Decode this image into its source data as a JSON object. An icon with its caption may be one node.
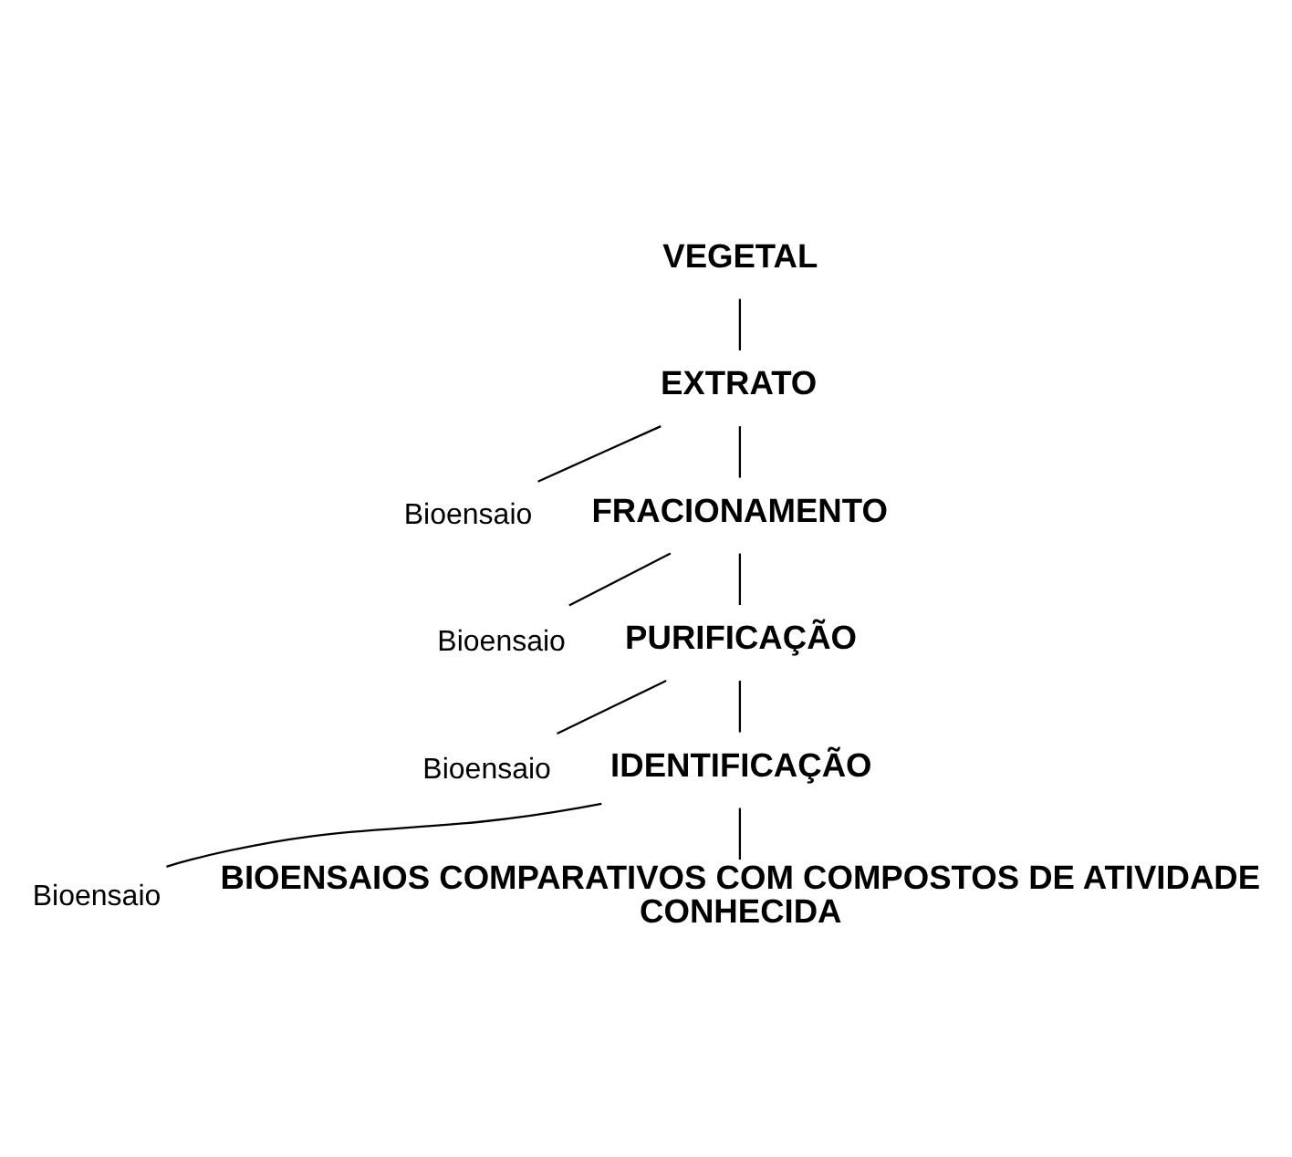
{
  "diagram": {
    "nodes": [
      {
        "text": [
          "VEGETAL"
        ]
      },
      {
        "text": [
          "EXTRATO"
        ]
      },
      {
        "text": [
          "Bioensaio"
        ]
      },
      {
        "text": [
          "FRACIONAMENTO"
        ]
      },
      {
        "text": [
          "Bioensaio"
        ]
      },
      {
        "text": [
          "PURIFICAÇÃO"
        ]
      },
      {
        "text": [
          "Bioensaio"
        ]
      },
      {
        "text": [
          "IDENTIFICAÇÃO"
        ]
      },
      {
        "text": [
          "Bioensaio"
        ]
      },
      {
        "text": [
          "BIOENSAIOS COMPARATIVOS COM COMPOSTOS DE ATIVIDADE CONHECIDA"
        ]
      }
    ],
    "edges": [
      {
        "from": 0,
        "to": 1,
        "arrow": "none"
      },
      {
        "from": 1,
        "to": 3,
        "arrow": "none"
      },
      {
        "from": 1,
        "to": 2,
        "arrow": "none"
      },
      {
        "from": 3,
        "to": 5,
        "arrow": "none"
      },
      {
        "from": 3,
        "to": 4,
        "arrow": "none"
      },
      {
        "from": 5,
        "to": 7,
        "arrow": "none"
      },
      {
        "from": 5,
        "to": 6,
        "arrow": "none"
      },
      {
        "from": 7,
        "to": 9,
        "arrow": "none"
      },
      {
        "from": 7,
        "to": 8,
        "arrow": "none"
      }
    ]
  }
}
